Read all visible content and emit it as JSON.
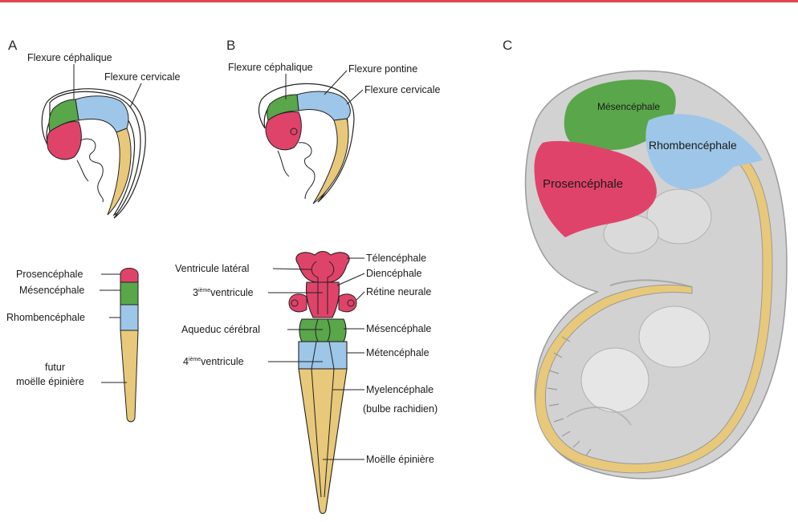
{
  "colors": {
    "rule": "#e0474f",
    "pink": "#e0436a",
    "green": "#5aa64a",
    "blue": "#9ec6e8",
    "tan": "#e8c87a",
    "embryo_gray": "#d2d2d2"
  },
  "panels": {
    "a": "A",
    "b": "B",
    "c": "C"
  },
  "panel_a": {
    "flexure_cephalique": "Flexure céphalique",
    "flexure_cervicale": "Flexure cervicale",
    "prosencephale": "Prosencéphale",
    "mesencephale": "Mésencéphale",
    "rhombencephale": "Rhombencéphale",
    "futur_line1": "futur",
    "futur_line2": "moëlle épinière"
  },
  "panel_b": {
    "flexure_cephalique": "Flexure céphalique",
    "flexure_pontine": "Flexure pontine",
    "flexure_cervicale": "Flexure cervicale",
    "ventricule_lateral": "Ventricule latéral",
    "third_num": "3",
    "third_sup": "ième",
    "third_rest": "ventricule",
    "aqueduc": "Aqueduc cérébral",
    "fourth_num": "4",
    "fourth_sup": "ième",
    "fourth_rest": "ventricule",
    "telencephale": "Télencéphale",
    "diencephale": "Diencéphale",
    "retine": "Rétine neurale",
    "mesencephale": "Mésencéphale",
    "metencephale": "Métencéphale",
    "myelencephale_line1": "Myelencéphale",
    "myelencephale_line2": "(bulbe rachidien)",
    "moelle": "Moëlle épinière"
  },
  "panel_c": {
    "mesencephale": "Mésencéphale",
    "rhombencephale": "Rhombencéphale",
    "prosencephale": "Prosencéphale"
  }
}
